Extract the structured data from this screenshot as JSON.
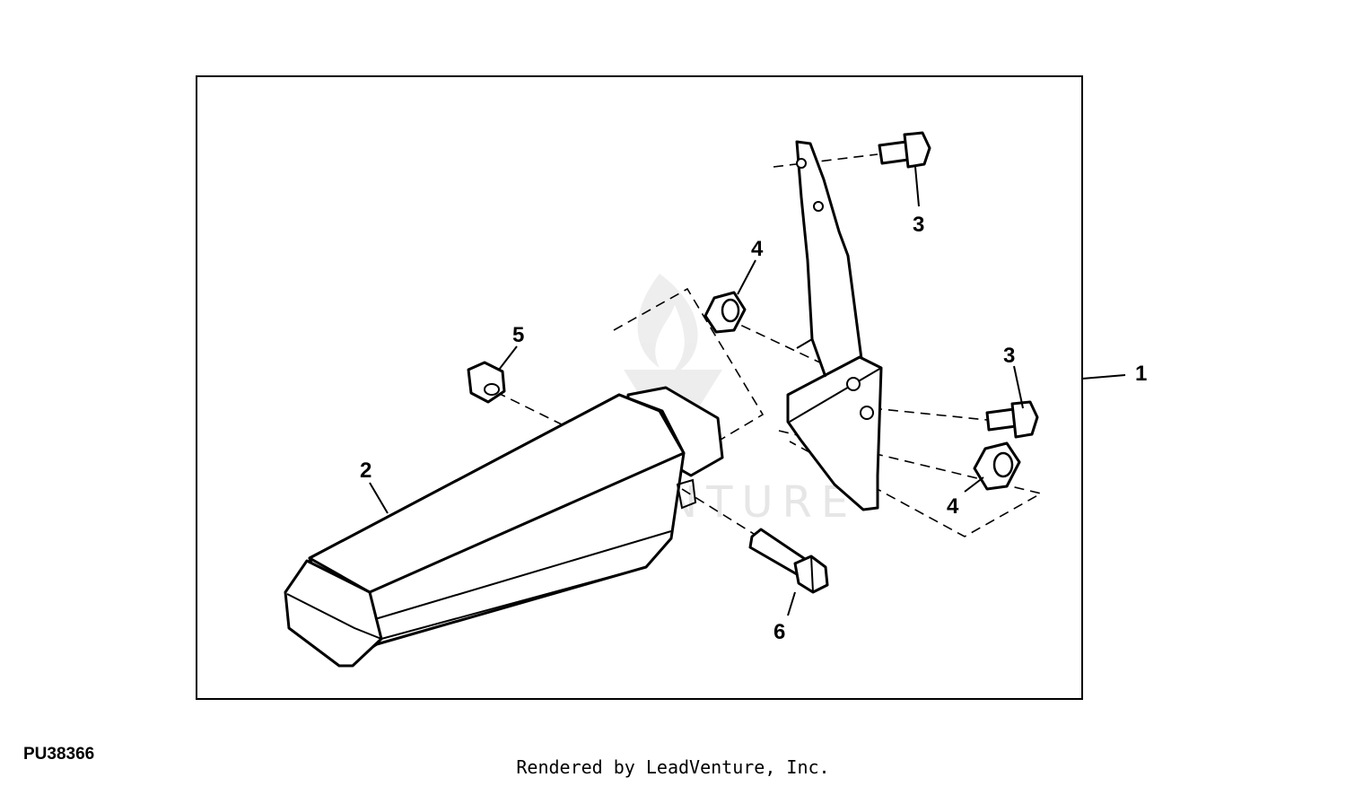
{
  "diagram": {
    "figure_id": "PU38366",
    "render_credit": "Rendered by LeadVenture, Inc.",
    "watermark_text": "LEADVENTURE",
    "callouts": {
      "kit": "1",
      "light_housing": "2",
      "bolt_top": "3",
      "bolt_right": "3",
      "spacer_top": "4",
      "spacer_bottom": "4",
      "nut": "5",
      "hex_bolt": "6"
    }
  }
}
